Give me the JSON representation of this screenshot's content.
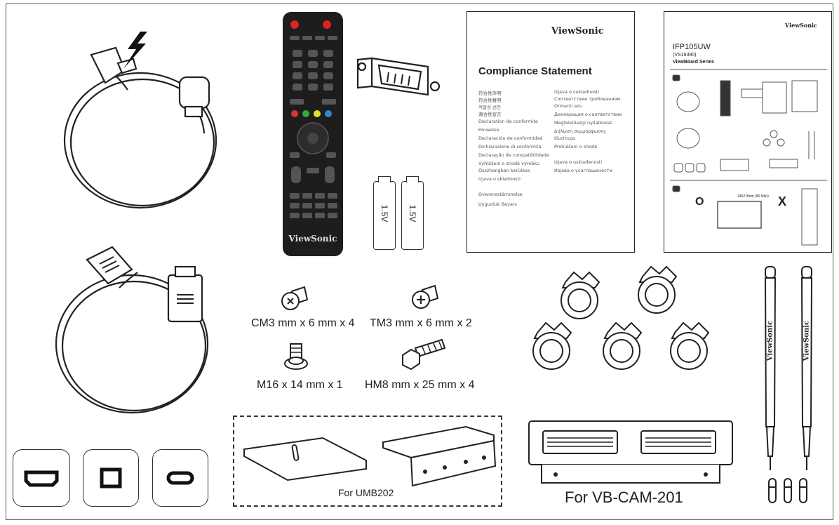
{
  "remote": {
    "brand": "ViewSonic"
  },
  "batteries": [
    {
      "label": "1.5V"
    },
    {
      "label": "1.5V"
    }
  ],
  "compliance": {
    "brand": "ViewSonic",
    "title": "Compliance Statement",
    "left_lines": [
      "符合性声明",
      "符合性聲明",
      "적합성 선언",
      "適合性宣言",
      "Declaration de conformite",
      "Hinweise",
      "Declaración de conformidad",
      "Dichiarazione di conformità",
      "Declaração de compatibilidade",
      "Vyhlášení o shodě výrobku",
      "Összhangban kerülése",
      "Izjava o skladnosti",
      "Överensstämmelse",
      "Uygunluk Beyanı"
    ],
    "right_lines": [
      "Izjava o sukladnosti",
      "Соответствие требованиям",
      "Ormanti ezu",
      "Декларация о соответствии",
      "Megfelelőségi nyilatkozat",
      "Δήλωση συμμόρφωσης",
      "Ιδιαίτερα",
      "Prohlášení o shodě",
      "Izjava o usklađenosti",
      "Изјава о усаглашености"
    ]
  },
  "qsg": {
    "brand": "ViewSonic",
    "model": "IFP105UW",
    "model_code": "(VS19390)",
    "series": "ViewBoard Series",
    "tv_dims": "2452.3mm (96.54in)",
    "ok_mark": "O",
    "no_mark": "X"
  },
  "screws": [
    {
      "label": "CM3 mm x 6 mm x 4"
    },
    {
      "label": "TM3 mm x 6 mm x 2"
    },
    {
      "label": "M16 x 14 mm x 1"
    },
    {
      "label": "HM8 mm x 25 mm x 4"
    }
  ],
  "brackets": {
    "umb_label": "For UMB202",
    "cam_label": "For VB-CAM-201"
  },
  "pens": [
    {
      "brand": "ViewSonic"
    },
    {
      "brand": "ViewSonic"
    }
  ],
  "ports": [
    {
      "name": "hdmi"
    },
    {
      "name": "usb-b"
    },
    {
      "name": "usb-c"
    }
  ]
}
